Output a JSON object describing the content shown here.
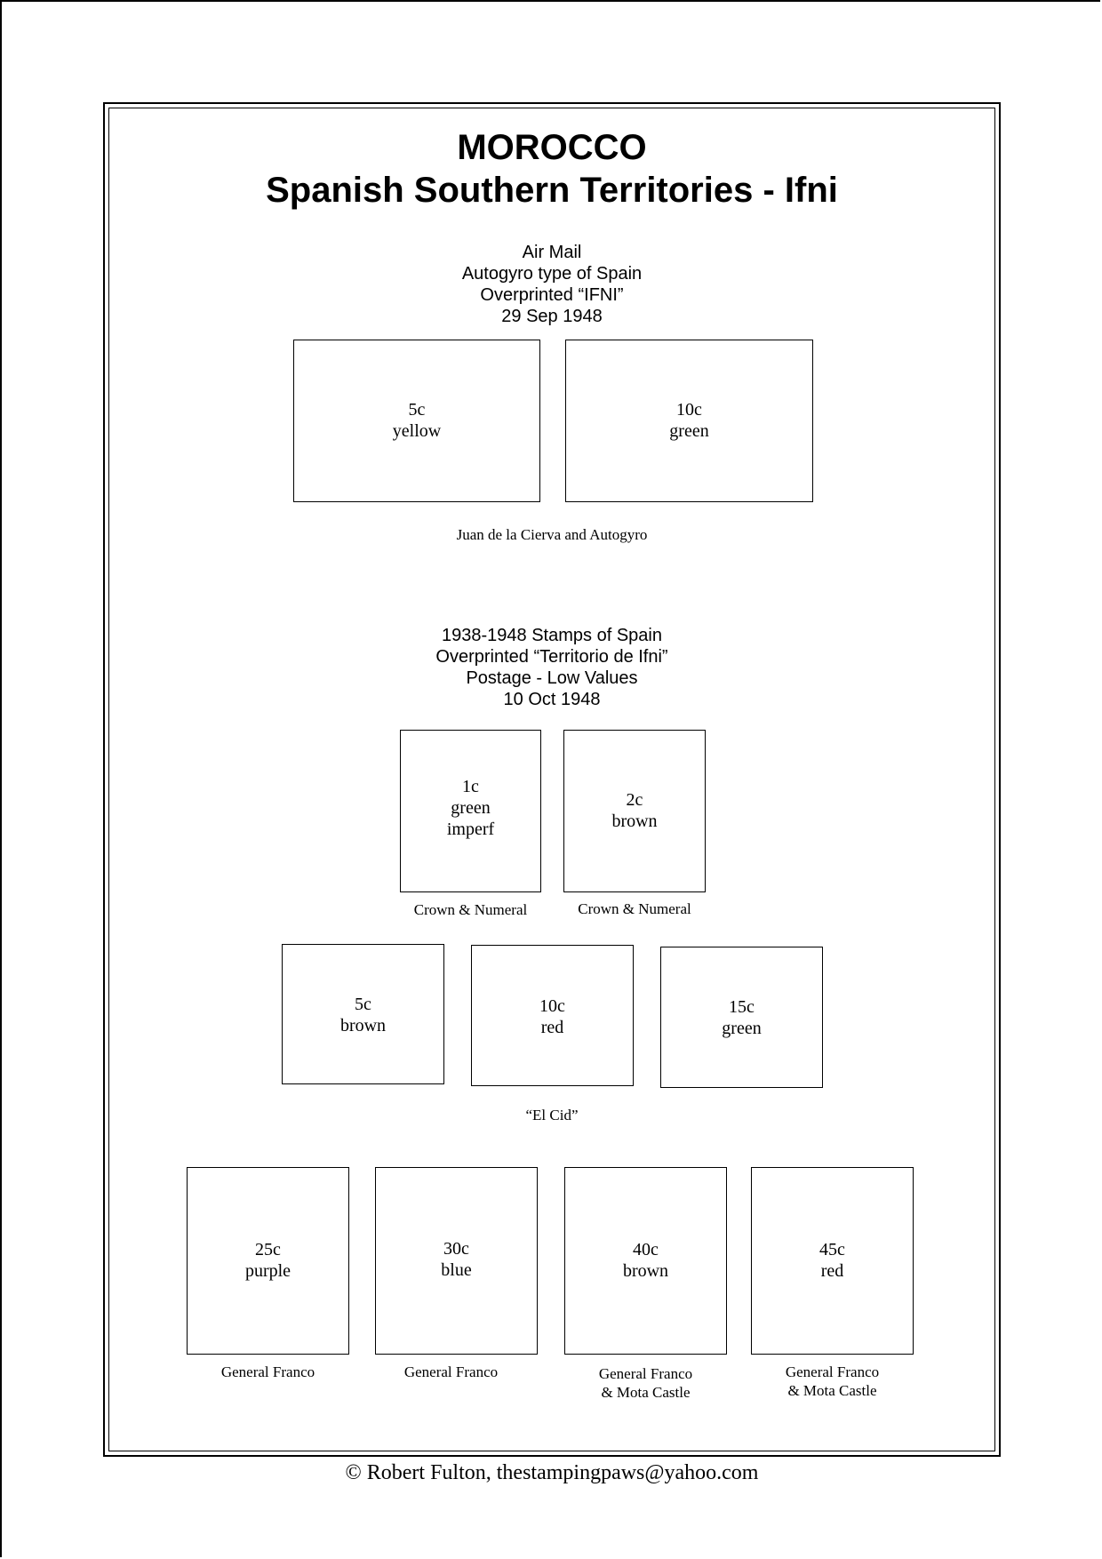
{
  "header": {
    "title_line1": "MOROCCO",
    "title_line2": "Spanish Southern Territories - Ifni"
  },
  "section_airmail": {
    "lines": [
      "Air Mail",
      "Autogyro type of Spain",
      "Overprinted “IFNI”",
      "29 Sep 1948"
    ],
    "stamps": [
      {
        "value": "5c",
        "color": "yellow"
      },
      {
        "value": "10c",
        "color": "green"
      }
    ],
    "caption": "Juan de la Cierva and Autogyro"
  },
  "section_postage": {
    "lines": [
      "1938-1948 Stamps of Spain",
      "Overprinted “Territorio de Ifni”",
      "Postage - Low Values",
      "10 Oct 1948"
    ],
    "row1": [
      {
        "value": "1c",
        "color": "green",
        "note": "imperf",
        "caption": "Crown & Numeral"
      },
      {
        "value": "2c",
        "color": "brown",
        "caption": "Crown & Numeral"
      }
    ],
    "row2": [
      {
        "value": "5c",
        "color": "brown"
      },
      {
        "value": "10c",
        "color": "red"
      },
      {
        "value": "15c",
        "color": "green"
      }
    ],
    "row2_caption": "“El Cid”",
    "row3": [
      {
        "value": "25c",
        "color": "purple",
        "caption": "General Franco"
      },
      {
        "value": "30c",
        "color": "blue",
        "caption": "General Franco"
      },
      {
        "value": "40c",
        "color": "brown",
        "caption_line1": "General Franco",
        "caption_line2": "& Mota Castle"
      },
      {
        "value": "45c",
        "color": "red",
        "caption_line1": "General Franco",
        "caption_line2": "& Mota Castle"
      }
    ]
  },
  "footer": {
    "copyright": "©  Robert Fulton, thestampingpaws@yahoo.com"
  }
}
